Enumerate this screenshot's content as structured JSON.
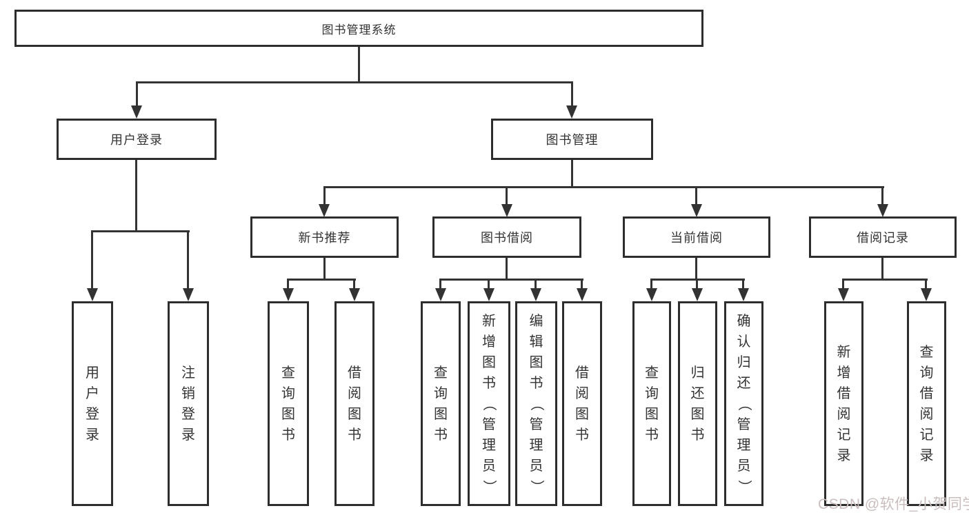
{
  "diagram": {
    "root": {
      "label": "图书管理系统"
    },
    "level2": [
      {
        "label": "用户登录"
      },
      {
        "label": "图书管理"
      }
    ],
    "level3": [
      {
        "label": "新书推荐"
      },
      {
        "label": "图书借阅"
      },
      {
        "label": "当前借阅"
      },
      {
        "label": "借阅记录"
      }
    ],
    "leaves": {
      "login": [
        {
          "label": "用户登录"
        },
        {
          "label": "注销登录"
        }
      ],
      "newbook": [
        {
          "label": "查询图书"
        },
        {
          "label": "借阅图书"
        }
      ],
      "borrow": [
        {
          "label": "查询图书"
        },
        {
          "label": "新增图书（管理员）"
        },
        {
          "label": "编辑图书（管理员）"
        },
        {
          "label": "借阅图书"
        }
      ],
      "current": [
        {
          "label": "查询图书"
        },
        {
          "label": "归还图书"
        },
        {
          "label": "确认归还（管理员）"
        }
      ],
      "record": [
        {
          "label": "新增借阅记录"
        },
        {
          "label": "查询借阅记录"
        }
      ]
    },
    "watermark": "CSDN @软件_小贺同学",
    "colors": {
      "line": "#333333",
      "border": "#2d2d2d",
      "text": "#333333",
      "watermark": "#cabdbd",
      "background": "#ffffff"
    }
  }
}
